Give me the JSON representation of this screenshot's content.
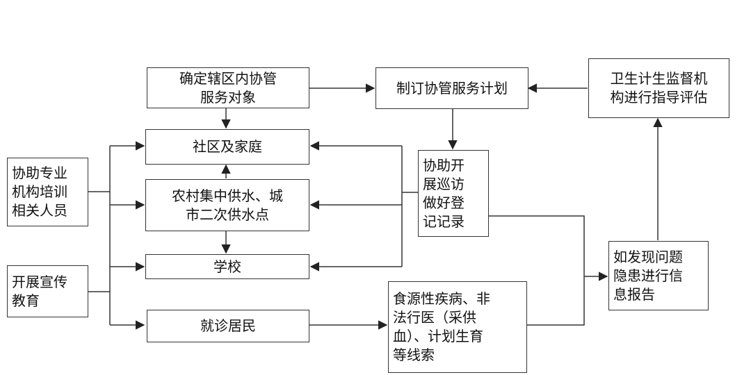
{
  "diagram": {
    "nodes": {
      "determine_targets": "确定辖区内协管\n服务对象",
      "service_plan": "制订协管服务计划",
      "supervision": "卫生计生监督机\n构进行指导评估",
      "community_family": "社区及家庭",
      "assist_training": "协助专业\n机构培训\n相关人员",
      "patrol_register": "协助开\n展巡访\n做好登\n记记录",
      "water_supply": "农村集中供水、城\n市二次供水点",
      "school": "学校",
      "publicity": "开展宣传\n教育",
      "report_issues": "如发现问题\n隐患进行信\n息报告",
      "clues": "食源性疾病、非\n法行医（采供\n血）、计划生育\n等线索",
      "residents": "就诊居民"
    },
    "colors": {
      "stroke": "#333333",
      "text": "#111111",
      "background": "#ffffff"
    }
  }
}
